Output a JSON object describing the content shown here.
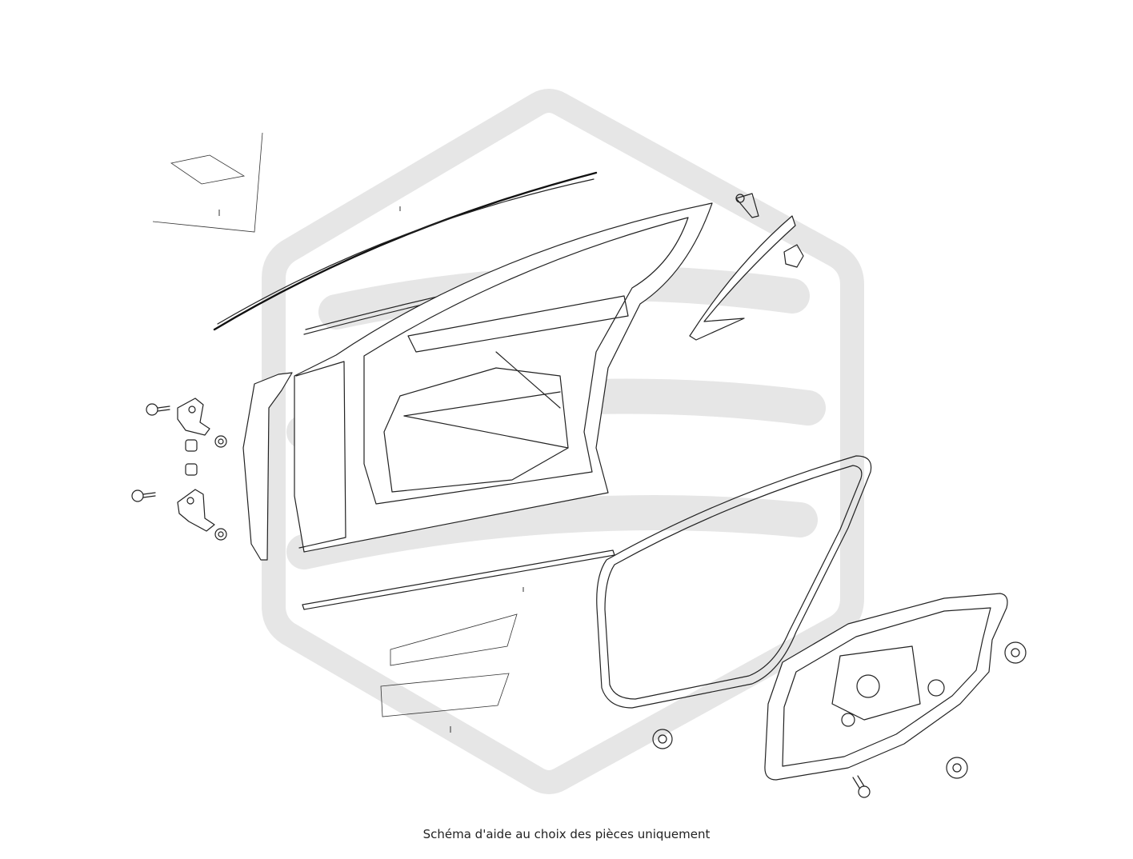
{
  "caption": "Schéma d'aide au choix des pièces uniquement",
  "colors": {
    "background": "#ffffff",
    "line": "#222222",
    "watermark": "#e6e6e6"
  },
  "parts": [
    "label-sticker",
    "roof-trim-strip",
    "window-guide-rod",
    "door-frame",
    "rear-pillar-trim",
    "pillar-screw",
    "pillar-clip",
    "hinge-seal-panel",
    "upper-hinge",
    "lower-hinge",
    "hinge-bolt-upper",
    "hinge-bolt-lower",
    "hinge-nut",
    "grommet",
    "belt-molding",
    "door-seal",
    "window-regulator-panel",
    "speaker-plug",
    "panel-screw",
    "film-sheet"
  ]
}
